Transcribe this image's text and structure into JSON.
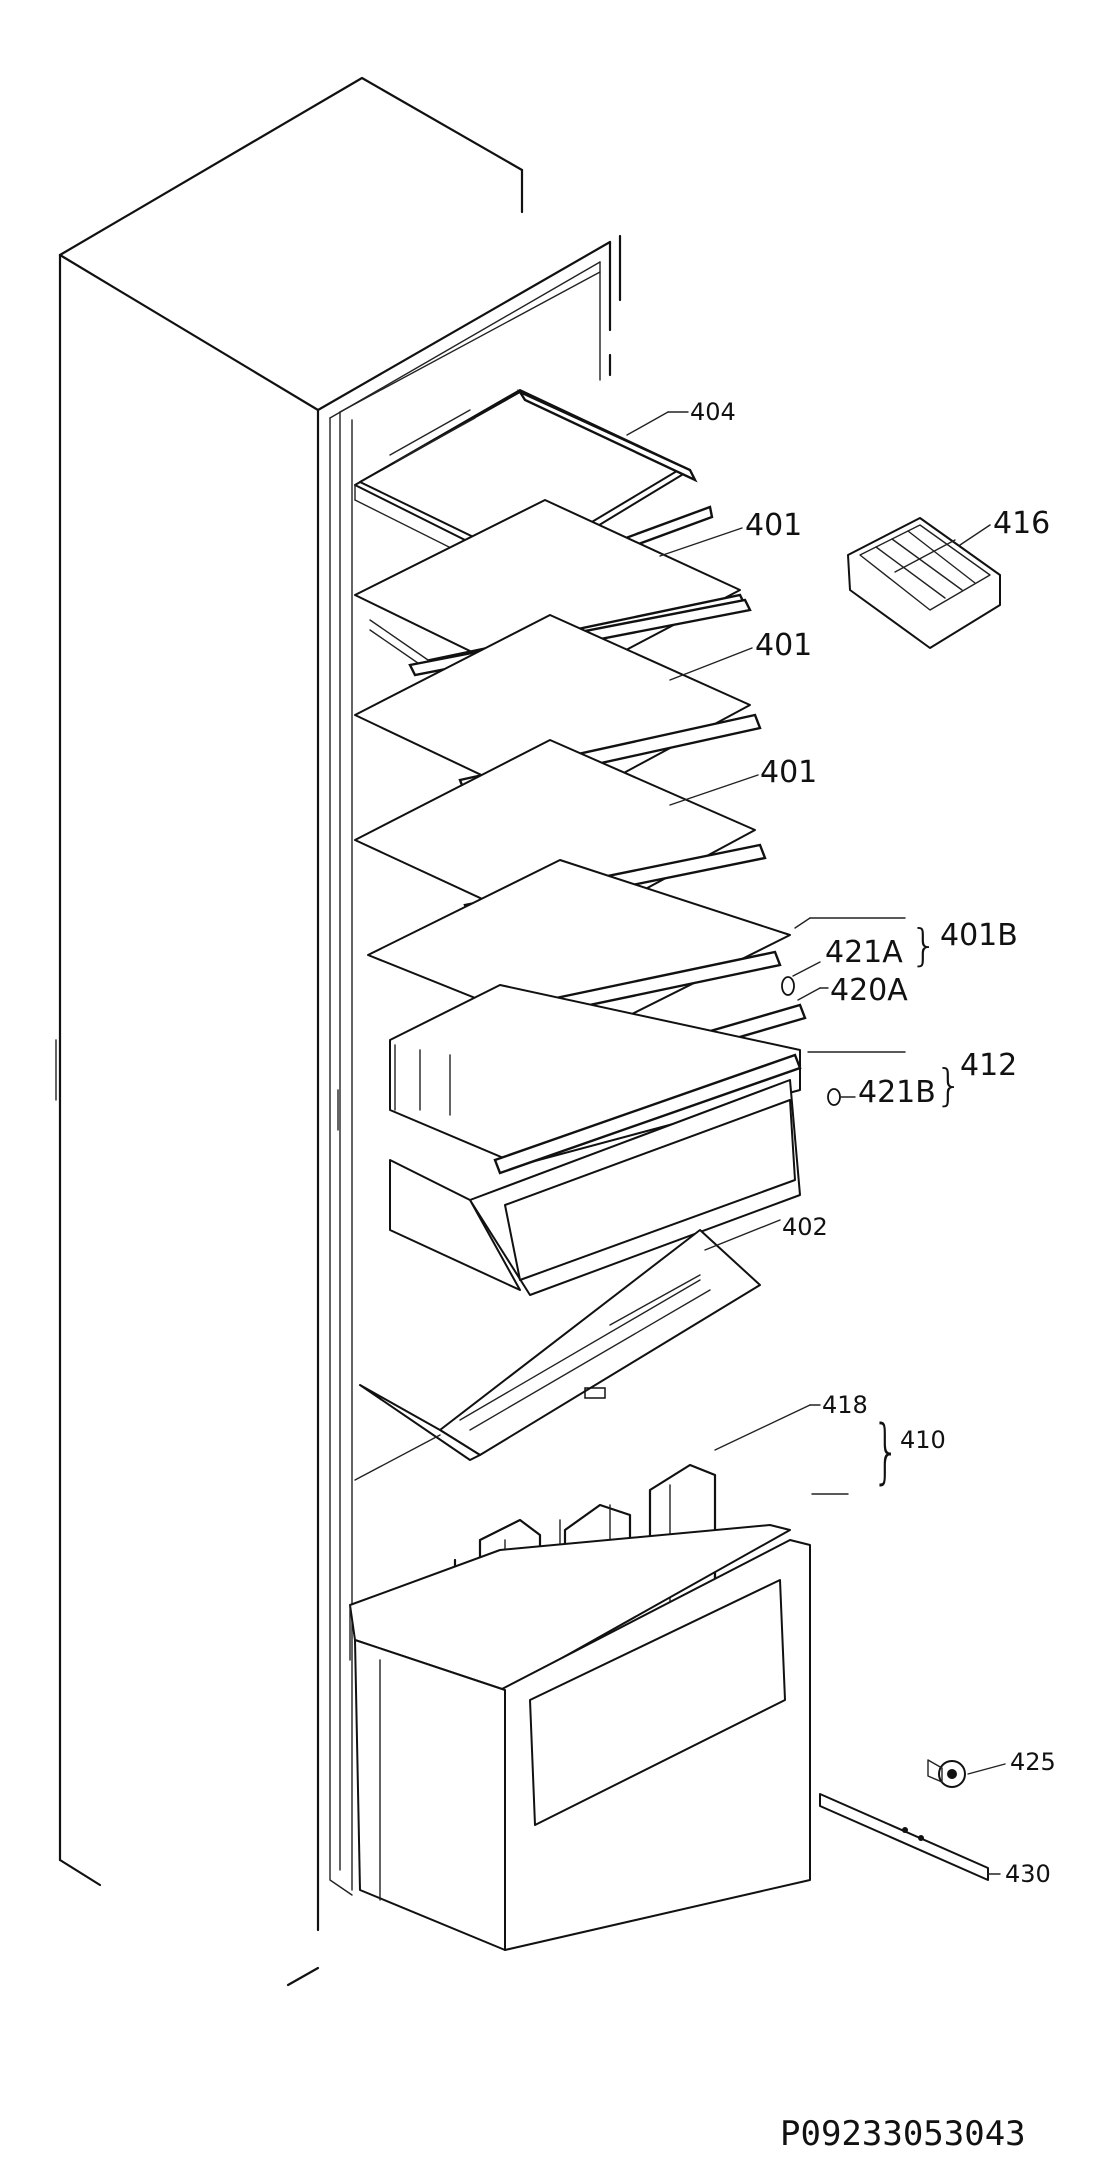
{
  "diagram": {
    "labels": {
      "l404": "404",
      "l401a": "401",
      "l401b": "401",
      "l401c": "401",
      "l416": "416",
      "l401B": "401B",
      "l421A": "421A",
      "l420A": "420A",
      "l412": "412",
      "l421B": "421B",
      "l402": "402",
      "l418": "418",
      "l410": "410",
      "l425": "425",
      "l430": "430"
    },
    "code": "P09233053043"
  }
}
